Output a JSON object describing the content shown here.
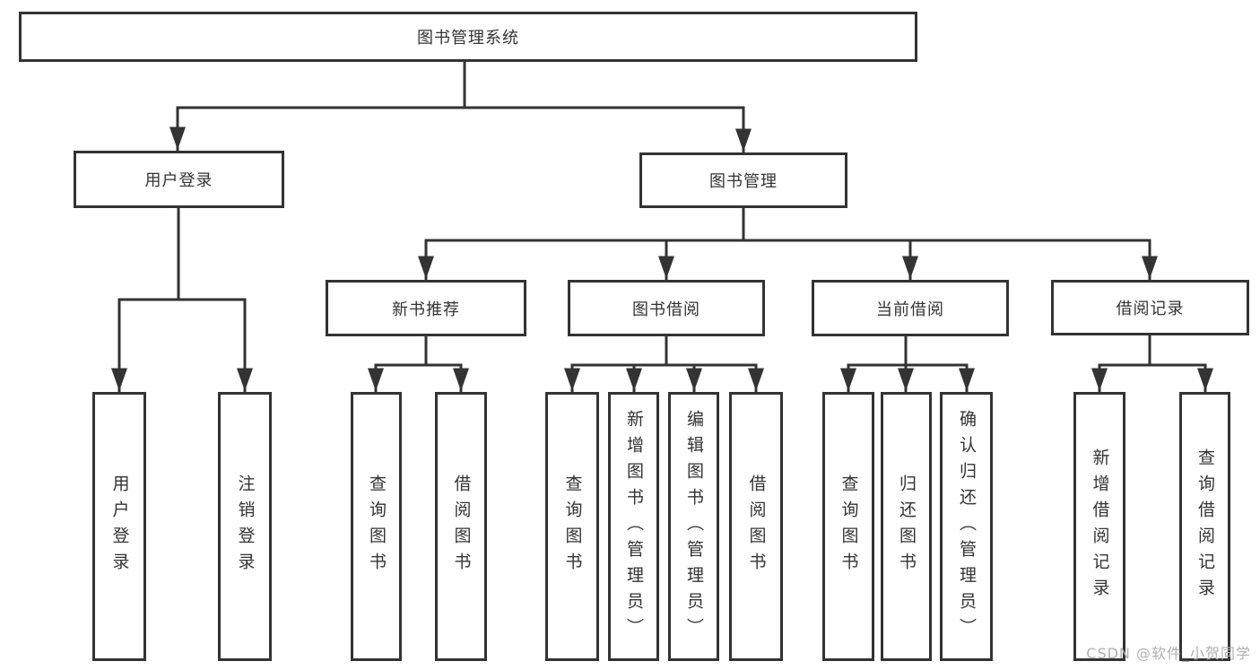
{
  "diagram": {
    "type": "hierarchy-tree",
    "root": {
      "label": "图书管理系统",
      "children": [
        {
          "label": "用户登录",
          "children": [
            {
              "label": "用户登录"
            },
            {
              "label": "注销登录"
            }
          ]
        },
        {
          "label": "图书管理",
          "children": [
            {
              "label": "新书推荐",
              "children": [
                {
                  "label": "查询图书"
                },
                {
                  "label": "借阅图书"
                }
              ]
            },
            {
              "label": "图书借阅",
              "children": [
                {
                  "label": "查询图书"
                },
                {
                  "label": "新增图书（管理员）"
                },
                {
                  "label": "编辑图书（管理员）"
                },
                {
                  "label": "借阅图书"
                }
              ]
            },
            {
              "label": "当前借阅",
              "children": [
                {
                  "label": "查询图书"
                },
                {
                  "label": "归还图书"
                },
                {
                  "label": "确认归还（管理员）"
                }
              ]
            },
            {
              "label": "借阅记录",
              "children": [
                {
                  "label": "新增借阅记录"
                },
                {
                  "label": "查询借阅记录"
                }
              ]
            }
          ]
        }
      ]
    },
    "watermark": "CSDN @软件_小贺同学",
    "colors": {
      "line": "#333333",
      "text": "#333333",
      "box_background": "#ffffff",
      "page_background": "#ffffff",
      "watermark": "#b0b0b0"
    }
  }
}
